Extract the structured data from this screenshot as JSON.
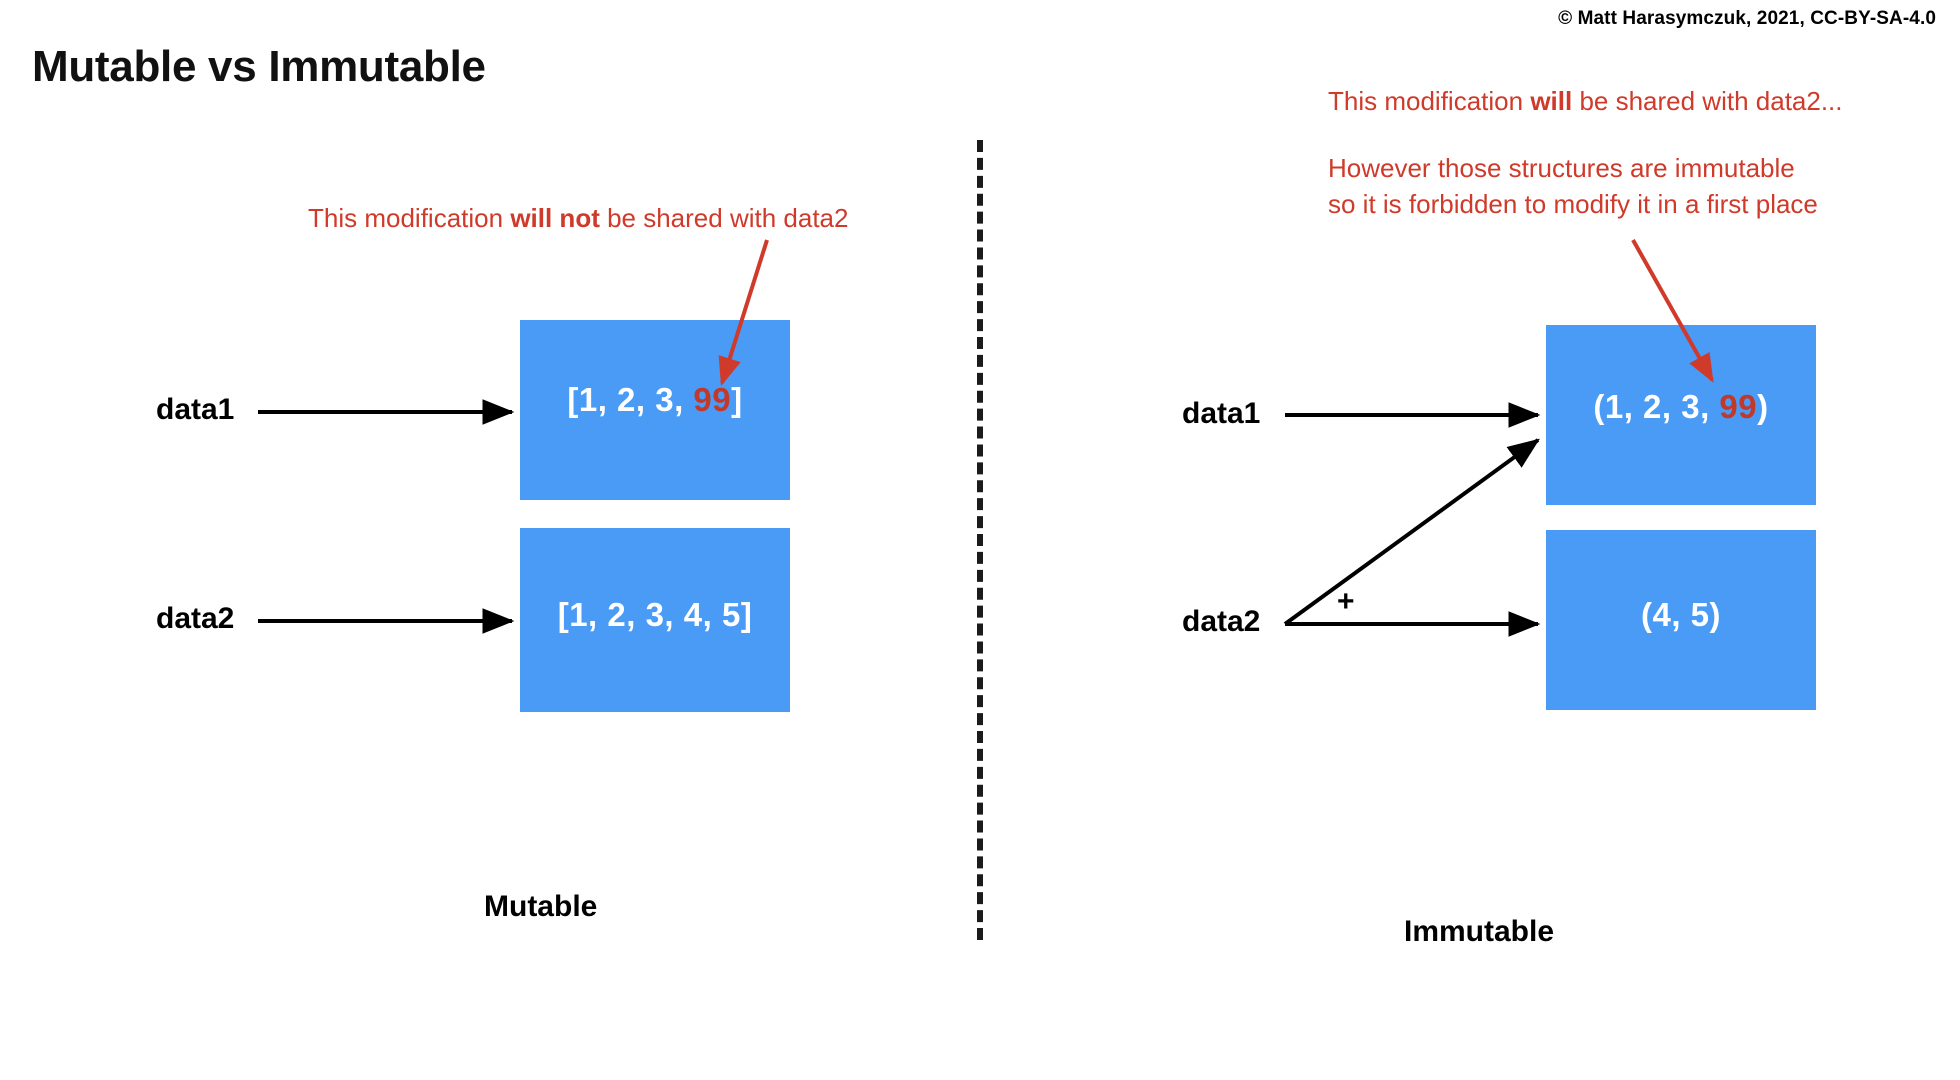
{
  "header": {
    "copyright": "© Matt Harasymczuk, 2021, CC-BY-SA-4.0",
    "title": "Mutable vs Immutable"
  },
  "colors": {
    "box_blue": "#4a9bf5",
    "annotation_red": "#cf3a2a",
    "highlight_red": "#c0392b",
    "text_black": "#000000",
    "background": "#ffffff"
  },
  "annotations": {
    "left": {
      "before": "This modification ",
      "bold": "will not",
      "after": " be shared with data2"
    },
    "right_primary": {
      "before": "This modification ",
      "bold": "will",
      "after": " be shared with data2..."
    },
    "right_secondary": {
      "line1": "However those structures are immutable",
      "line2": "so it is forbidden to modify it in a first place"
    }
  },
  "panels": {
    "left": {
      "caption": "Mutable",
      "variables": [
        {
          "label": "data1"
        },
        {
          "label": "data2"
        }
      ],
      "boxes": [
        {
          "open": "[",
          "items": "1, 2, 3, ",
          "highlight": "99",
          "close": "]"
        },
        {
          "open": "[",
          "items": "1, 2, 3, 4, 5",
          "highlight": "",
          "close": "]"
        }
      ]
    },
    "right": {
      "caption": "Immutable",
      "operator": "+",
      "variables": [
        {
          "label": "data1"
        },
        {
          "label": "data2"
        }
      ],
      "boxes": [
        {
          "open": "(",
          "items": "1, 2, 3, ",
          "highlight": "99",
          "close": ")"
        },
        {
          "open": "(",
          "items": "4, 5",
          "highlight": "",
          "close": ")"
        }
      ]
    }
  }
}
